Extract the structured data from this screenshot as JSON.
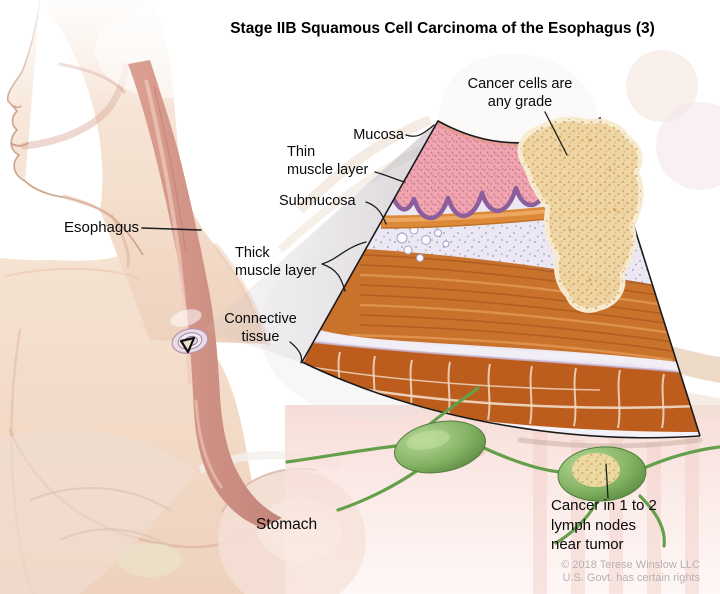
{
  "title": "Stage IIB Squamous Cell Carcinoma of the Esophagus (3)",
  "anatomy_labels": {
    "esophagus": "Esophagus",
    "stomach": "Stomach"
  },
  "layer_labels": {
    "mucosa": {
      "lines": [
        "Mucosa"
      ]
    },
    "thin_muscle": {
      "lines": [
        "Thin",
        "muscle layer"
      ]
    },
    "submucosa": {
      "lines": [
        "Submucosa"
      ]
    },
    "thick_muscle": {
      "lines": [
        "Thick",
        "muscle layer"
      ]
    },
    "connective_tissue": {
      "lines": [
        "Connective",
        "tissue"
      ]
    }
  },
  "annotations": {
    "cancer_cells": {
      "lines": [
        "Cancer cells are",
        "any grade"
      ]
    },
    "lymph_nodes": {
      "lines": [
        "Cancer in 1 to 2",
        "lymph nodes",
        "near tumor"
      ]
    }
  },
  "credit": {
    "lines": [
      "© 2018 Terese Winslow LLC",
      "U.S. Govt. has certain rights"
    ]
  },
  "colors": {
    "mucosa_pink": "#f0a5b0",
    "villi_purple": "#8d5e9c",
    "muscle_orange": "#c9722c",
    "connective_orange": "#bc5d1e",
    "submucosa_lavender": "#e9e5f2",
    "lymph_green": "#7fb45f",
    "tumor_tan": "#eed5a4",
    "skin": "#f5e3d5",
    "credit_gray": "#b5b1b1"
  }
}
